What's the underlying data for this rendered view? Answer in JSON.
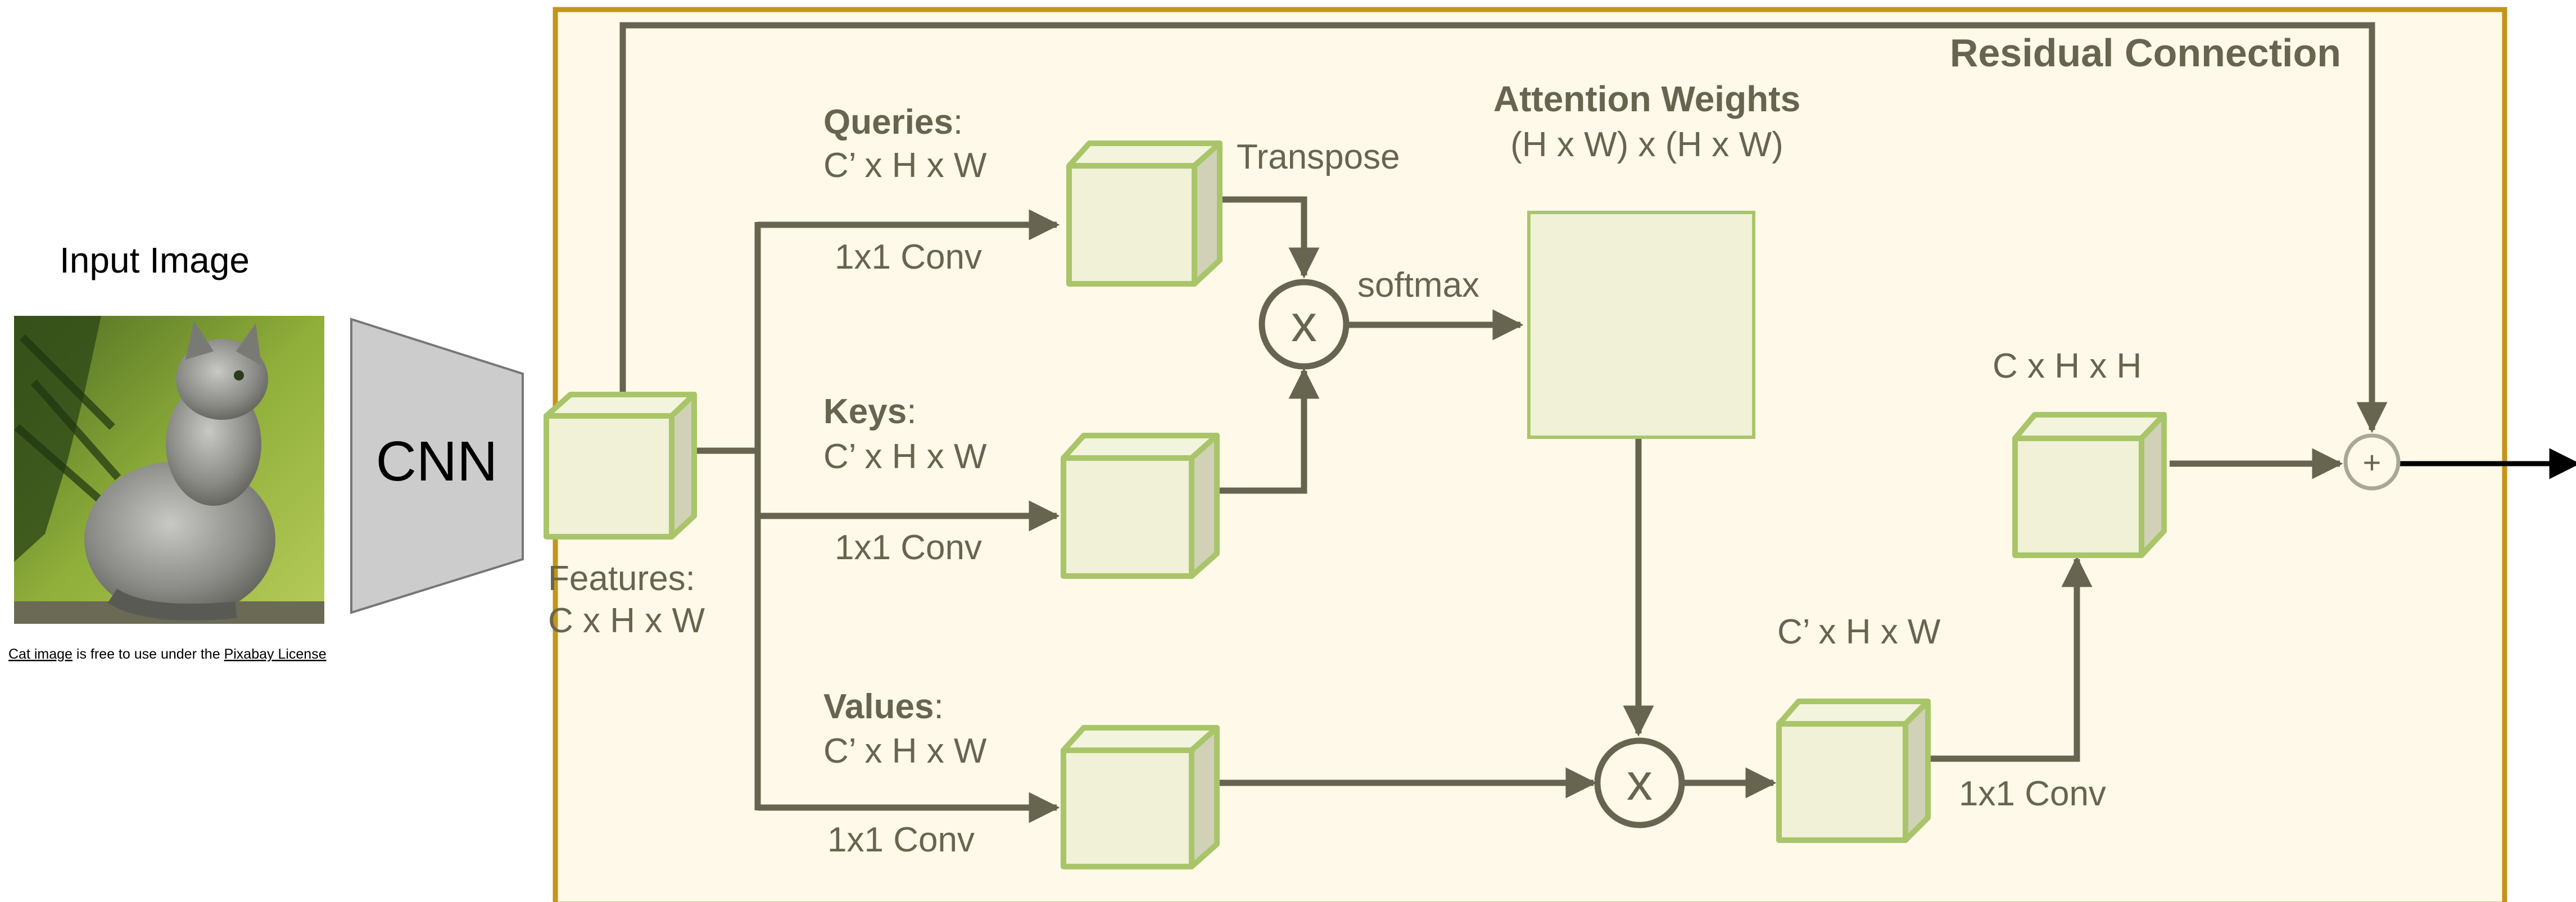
{
  "input": {
    "title": "Input Image",
    "image_alt": "cat photo",
    "caption": {
      "link1": "Cat image",
      "middle": " is free to use under the ",
      "link2": "Pixabay License"
    }
  },
  "cnn_label": "CNN",
  "features": {
    "line1": "Features:",
    "line2": "C x H x W"
  },
  "residual_label": "Residual Connection",
  "queries": {
    "name": "Queries",
    "colon": ":",
    "dims": "C’ x H x W",
    "conv": "1x1 Conv"
  },
  "keys": {
    "name": "Keys",
    "colon": ":",
    "dims": "C’ x H x W",
    "conv": "1x1 Conv"
  },
  "values": {
    "name": "Values",
    "colon": ":",
    "dims": "C’ x H x W",
    "conv": "1x1 Conv"
  },
  "transpose_label": "Transpose",
  "softmax_label": "softmax",
  "attention": {
    "title": "Attention Weights",
    "dims": "(H x W) x (H x W)"
  },
  "multiply_symbol": "x",
  "plus_symbol": "+",
  "mid_output_dims": "C’ x H x W",
  "final_dims": "C x H x H",
  "final_conv": "1x1 Conv",
  "colors": {
    "line": "#676550",
    "box_fill": "#F0F1D6",
    "box_stroke": "#A9C56A",
    "panel_fill": "#FEF9E8",
    "panel_stroke": "#C4951A",
    "cnn_fill": "#CCCCCC"
  }
}
